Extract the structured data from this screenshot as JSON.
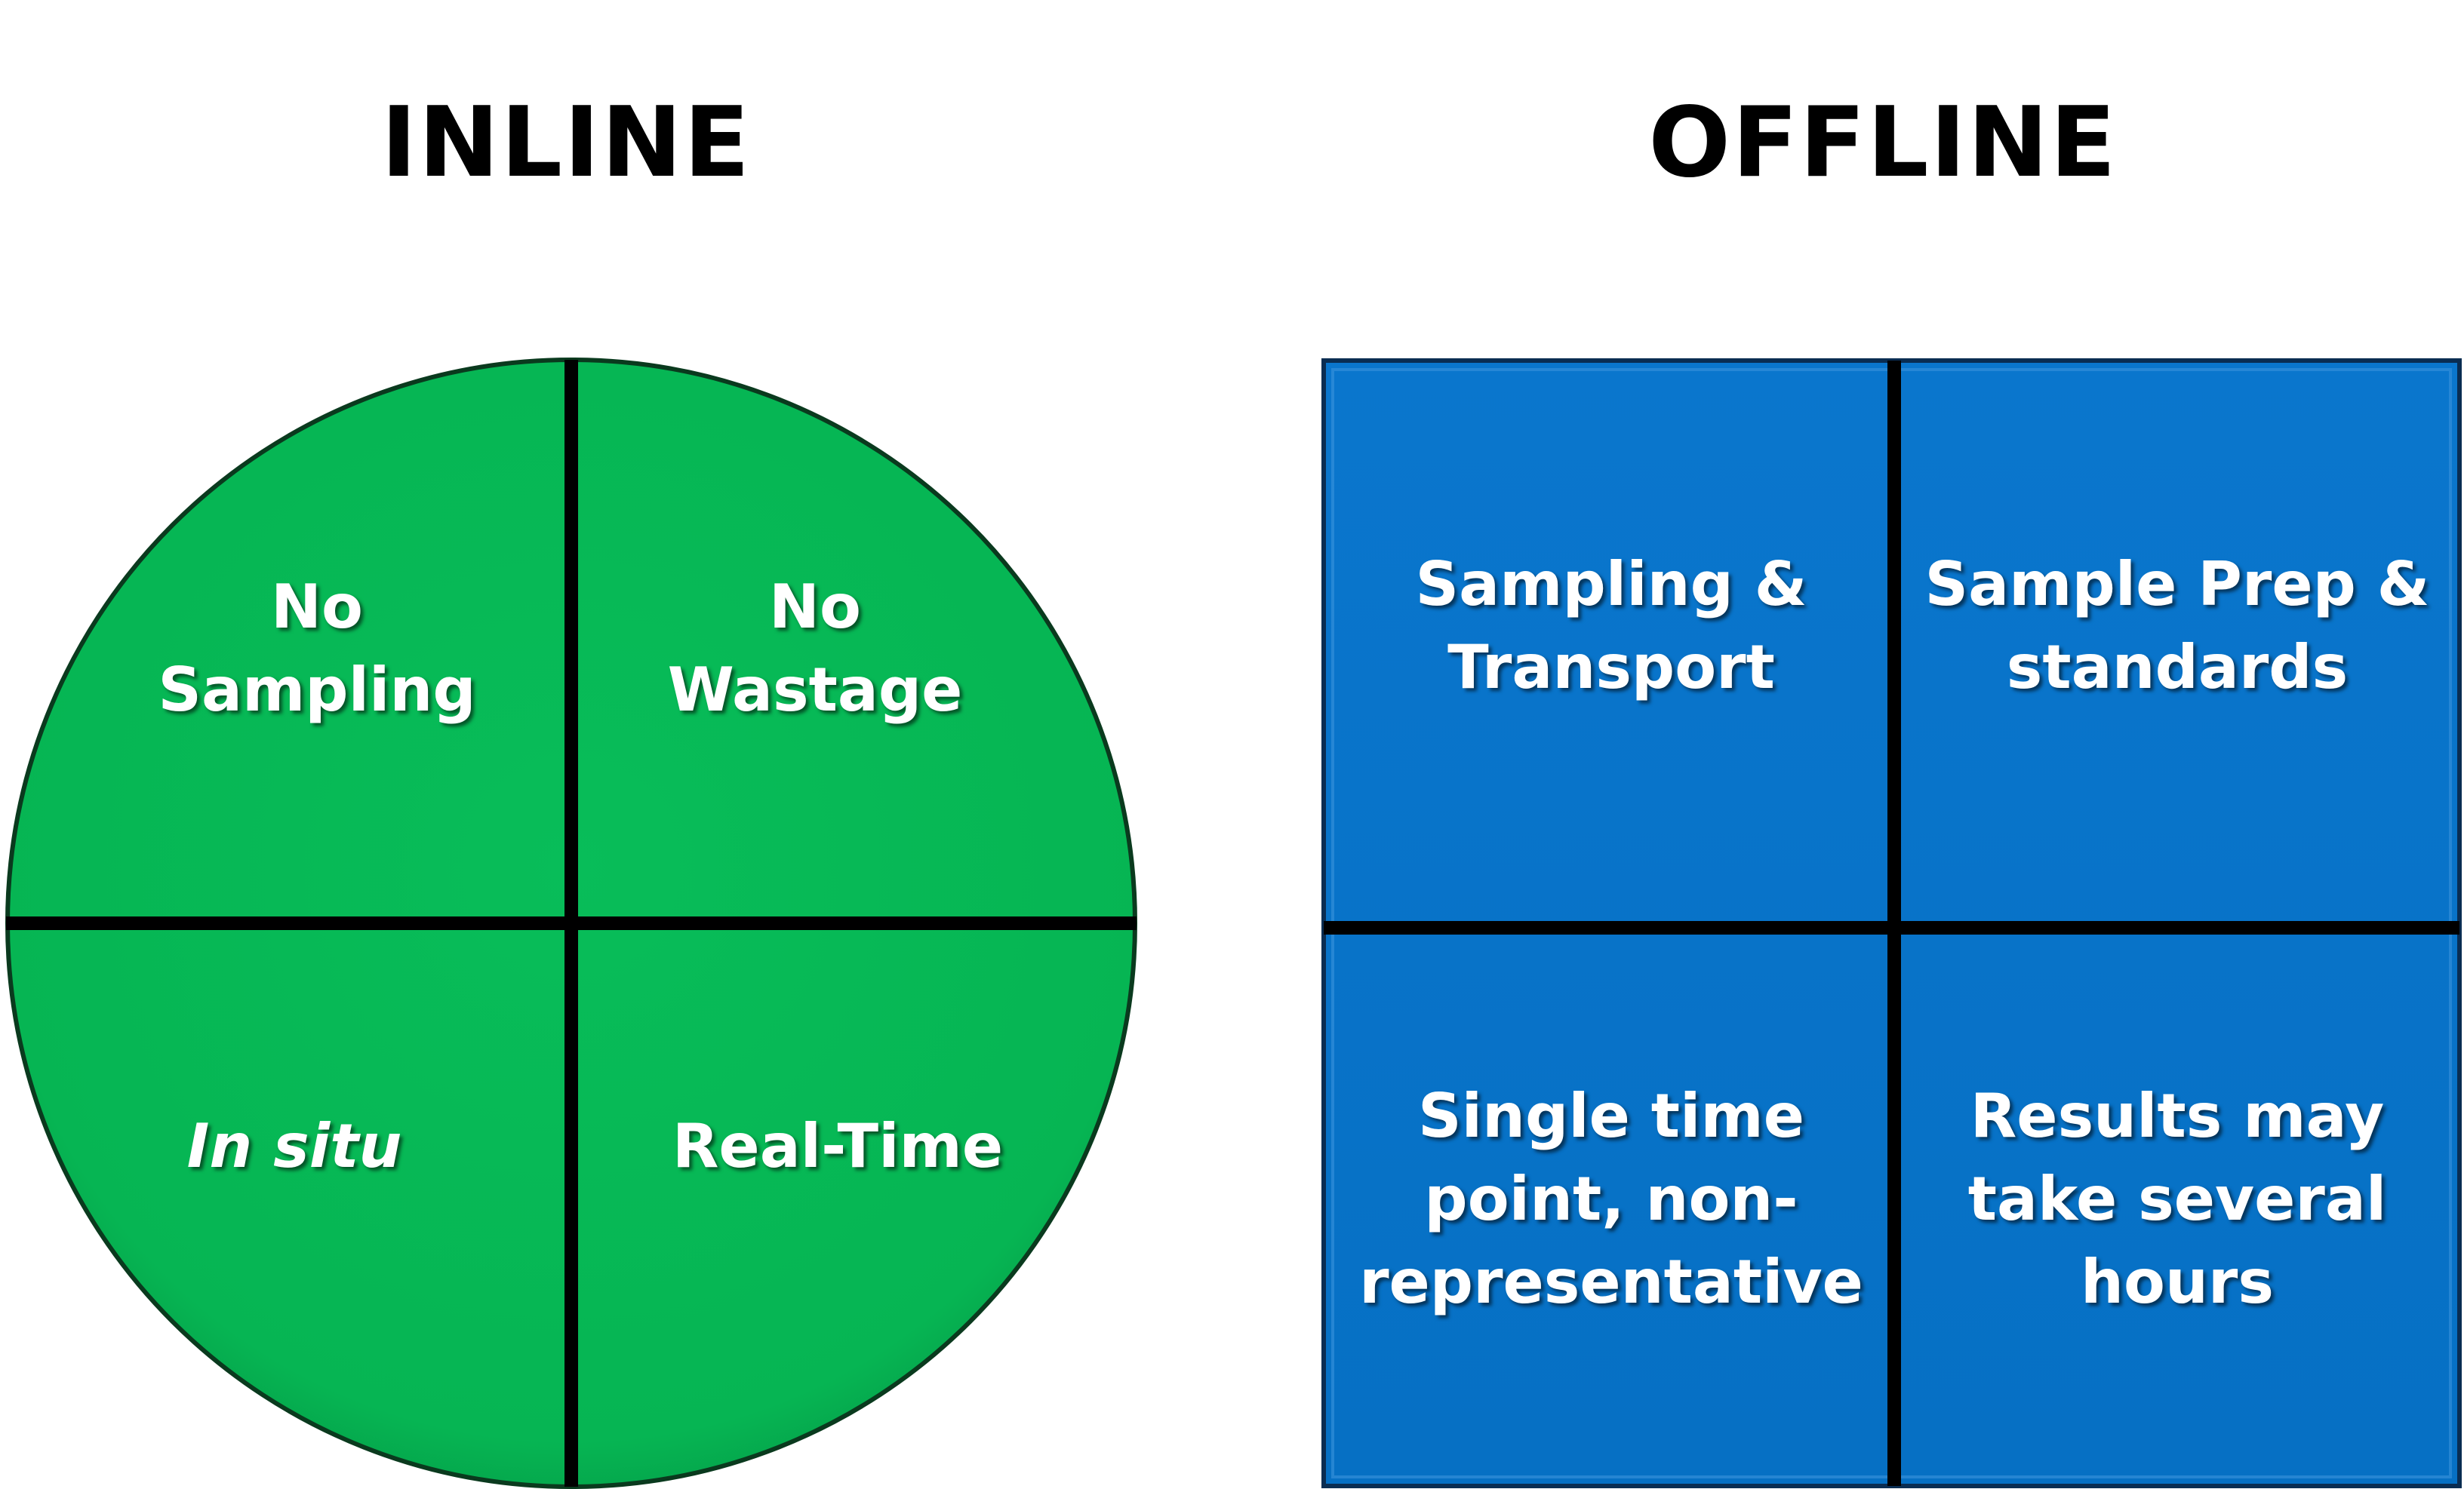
{
  "inline": {
    "heading": "INLINE",
    "fill_color": "#06b856",
    "cells": [
      {
        "label": "No\nSampling",
        "italic": false
      },
      {
        "label": "No\nWastage",
        "italic": false
      },
      {
        "label": "In situ",
        "italic": true
      },
      {
        "label": "Real-Time",
        "italic": false
      }
    ]
  },
  "offline": {
    "heading": "OFFLINE",
    "fill_color": "#0872c9",
    "cells": [
      {
        "label": "Sampling &\nTransport"
      },
      {
        "label": "Sample Prep &\nstandards"
      },
      {
        "label": "Single time\npoint, non-\nrepresentative"
      },
      {
        "label": "Results may\ntake several\nhours"
      }
    ]
  },
  "colors": {
    "divider": "#000000",
    "text": "#ffffff",
    "heading_text": "#000000"
  }
}
